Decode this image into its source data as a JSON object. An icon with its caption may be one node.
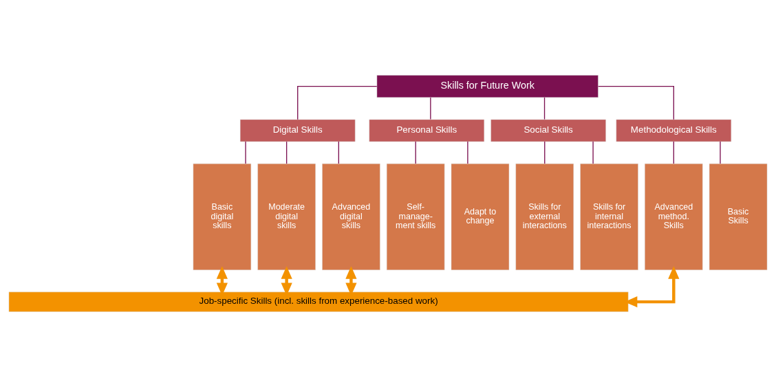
{
  "diagram": {
    "nodes": [
      {
        "text": [
          "Skills for Future Work"
        ]
      },
      {
        "text": [
          "Digital Skills"
        ]
      },
      {
        "text": [
          "Personal Skills"
        ]
      },
      {
        "text": [
          "Social Skills"
        ]
      },
      {
        "text": [
          "Methodological Skills"
        ]
      },
      {
        "text": [
          "Basic digital skills"
        ]
      },
      {
        "text": [
          "Moderate digital skills"
        ]
      },
      {
        "text": [
          "Advanced digital skills"
        ]
      },
      {
        "text": [
          "Self- manage- ment skills"
        ]
      },
      {
        "text": [
          "Adapt to change"
        ]
      },
      {
        "text": [
          "Skills for external interactions"
        ]
      },
      {
        "text": [
          "Skills for internal interactions"
        ]
      },
      {
        "text": [
          "Advanced method. Skills"
        ]
      },
      {
        "text": [
          "Basic Skills"
        ]
      },
      {
        "text": [
          "Job-specific Skills (incl. skills from experience-based work)"
        ]
      }
    ],
    "edges": [
      {
        "from": 0,
        "to": 1,
        "arrow": "none"
      },
      {
        "from": 0,
        "to": 2,
        "arrow": "none"
      },
      {
        "from": 0,
        "to": 3,
        "arrow": "none"
      },
      {
        "from": 0,
        "to": 4,
        "arrow": "none"
      },
      {
        "from": 1,
        "to": 5,
        "arrow": "none"
      },
      {
        "from": 1,
        "to": 6,
        "arrow": "none"
      },
      {
        "from": 1,
        "to": 7,
        "arrow": "none"
      },
      {
        "from": 2,
        "to": 8,
        "arrow": "none"
      },
      {
        "from": 2,
        "to": 9,
        "arrow": "none"
      },
      {
        "from": 3,
        "to": 10,
        "arrow": "none"
      },
      {
        "from": 3,
        "to": 11,
        "arrow": "none"
      },
      {
        "from": 4,
        "to": 12,
        "arrow": "none"
      },
      {
        "from": 4,
        "to": 13,
        "arrow": "none"
      },
      {
        "from": 5,
        "to": 14,
        "arrow": "both",
        "style": "thick",
        "color": "#f39200"
      },
      {
        "from": 6,
        "to": 14,
        "arrow": "both",
        "style": "thick",
        "color": "#f39200"
      },
      {
        "from": 7,
        "to": 14,
        "arrow": "both",
        "style": "thick",
        "color": "#f39200"
      },
      {
        "from": 12,
        "to": 14,
        "arrow": "both",
        "style": "thick",
        "color": "#f39200"
      }
    ]
  }
}
